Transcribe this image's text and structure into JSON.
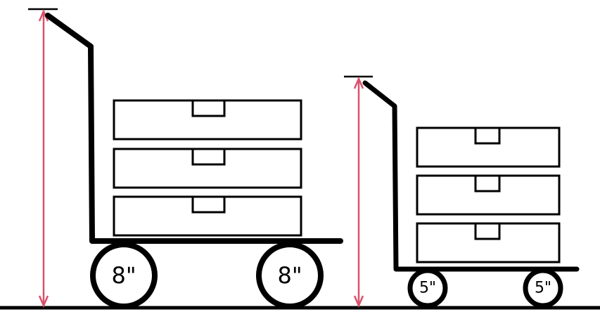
{
  "diagram": {
    "colors": {
      "stroke": "#000000",
      "measure": "#d9526b",
      "background": "#ffffff"
    },
    "carts": [
      {
        "wheel_labels": [
          "8\"",
          "8\""
        ],
        "box_count": 3
      },
      {
        "wheel_labels": [
          "5\"",
          "5\""
        ],
        "box_count": 3
      }
    ]
  }
}
